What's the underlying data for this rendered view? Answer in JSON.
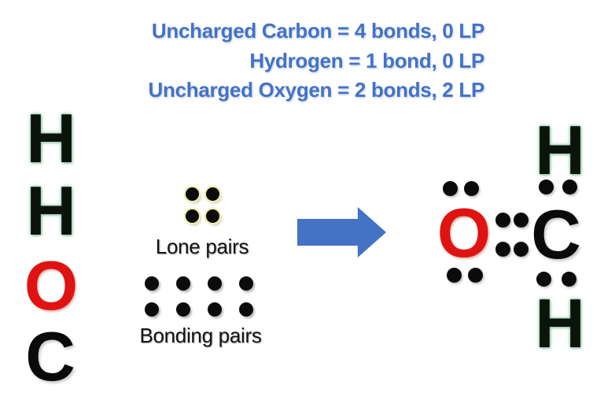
{
  "rules": {
    "lines": [
      "Uncharged Carbon = 4 bonds, 0 LP",
      "Hydrogen = 1 bond, 0 LP",
      "Uncharged Oxygen = 2 bonds, 2 LP"
    ]
  },
  "reactant_atoms": {
    "h1": "H",
    "h2": "H",
    "o": "O",
    "c": "C"
  },
  "legend": {
    "lone_pairs_label": "Lone pairs",
    "lone_pairs_dots": 4,
    "bonding_pairs_label": "Bonding pairs",
    "bonding_pairs_dots": 8
  },
  "arrow": {
    "icon": "right-arrow"
  },
  "molecule": {
    "top_h": "H",
    "o": "O",
    "c": "C",
    "bottom_h": "H",
    "o_top_lone_pair_dots": 2,
    "o_bottom_lone_pair_dots": 2,
    "double_bond_dots": 4,
    "top_bond_dots": 2,
    "bottom_bond_dots": 2
  },
  "colors": {
    "accent_blue": "#4472C4",
    "oxygen_red": "#E01313",
    "atom_black": "#0B0B0B",
    "hydrogen_glow_green": "#7CC49C",
    "lone_pair_halo_yellow": "#EEEFAE",
    "background": "#FFFFFF"
  }
}
